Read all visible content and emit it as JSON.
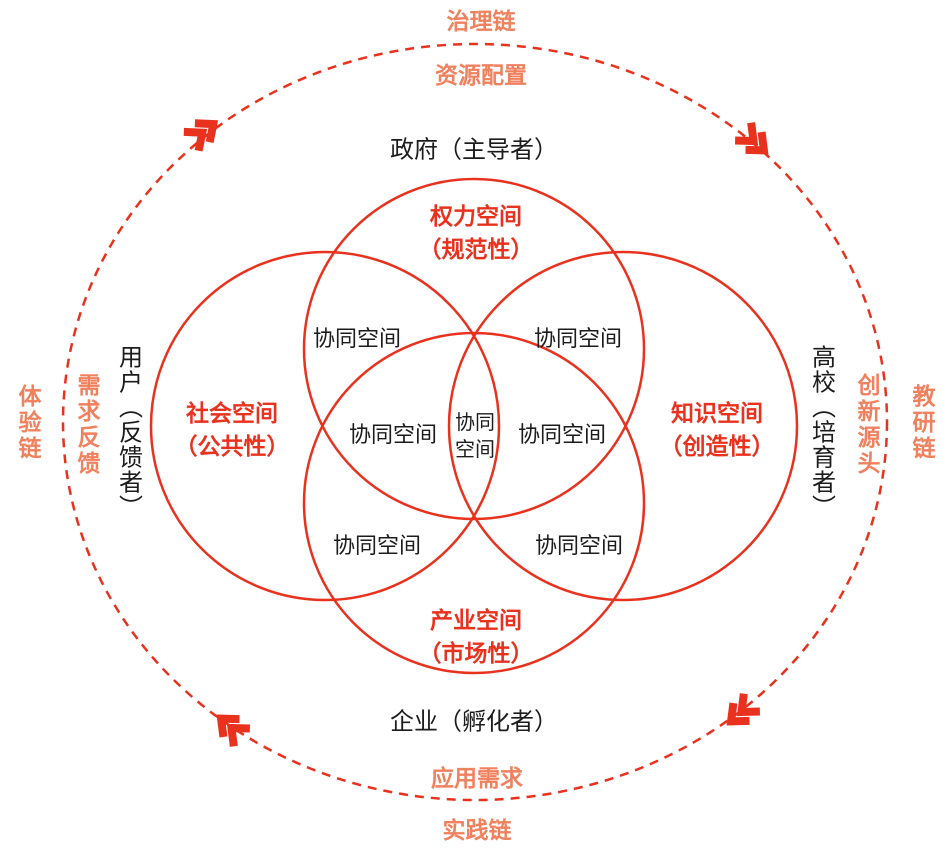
{
  "colors": {
    "circle_red": "#e8321e",
    "chain_salmon": "#f0815e",
    "text_black": "#1c1c1c",
    "background": "#ffffff"
  },
  "chains": {
    "top_outer": "治理链",
    "top_inner": "资源配置",
    "bottom_inner": "应用需求",
    "bottom_outer": "实践链",
    "left_outer": "体验链",
    "left_inner": "需求反馈",
    "right_inner": "创新源头",
    "right_outer": "教研链"
  },
  "actors": {
    "top": "政府（主导者）",
    "left": "用户（反馈者）",
    "right": "高校（培育者）",
    "bottom": "企业（孵化者）"
  },
  "spaces": {
    "top": {
      "line1": "权力空间",
      "line2": "（规范性）"
    },
    "left": {
      "line1": "社会空间",
      "line2": "（公共性）"
    },
    "right": {
      "line1": "知识空间",
      "line2": "（创造性）"
    },
    "bottom": {
      "line1": "产业空间",
      "line2": "（市场性）"
    }
  },
  "overlaps": {
    "top_left": "协同空间",
    "top_right": "协同空间",
    "mid_left": "协同空间",
    "mid_right": "协同空间",
    "bottom_left": "协同空间",
    "bottom_right": "协同空间",
    "center_line1": "协同",
    "center_line2": "空间"
  }
}
